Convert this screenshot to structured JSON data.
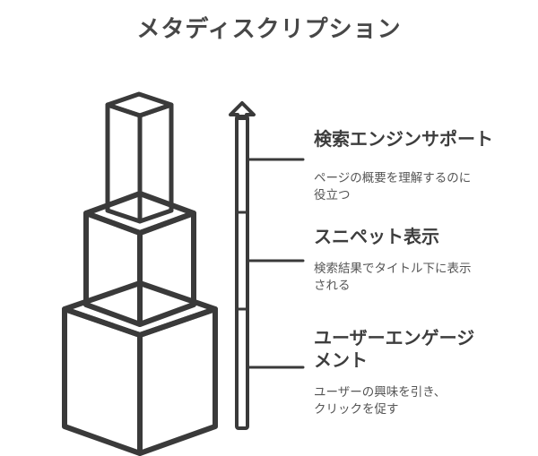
{
  "title": "メタディスクリプション",
  "items": [
    {
      "title": "検索エンジンサポート",
      "description_lines": [
        "ページの概要を理解するのに",
        "役立つ"
      ]
    },
    {
      "title": "スニペット表示",
      "description_lines": [
        "検索結果でタイトル下に表示",
        "される"
      ]
    },
    {
      "title_lines": [
        "ユーザーエンゲージ",
        "メント"
      ],
      "description_lines": [
        "ユーザーの興味を引き、",
        "クリックを促す"
      ]
    }
  ],
  "colors": {
    "stroke": "#3a3a3a",
    "text": "#3d3d3d"
  }
}
